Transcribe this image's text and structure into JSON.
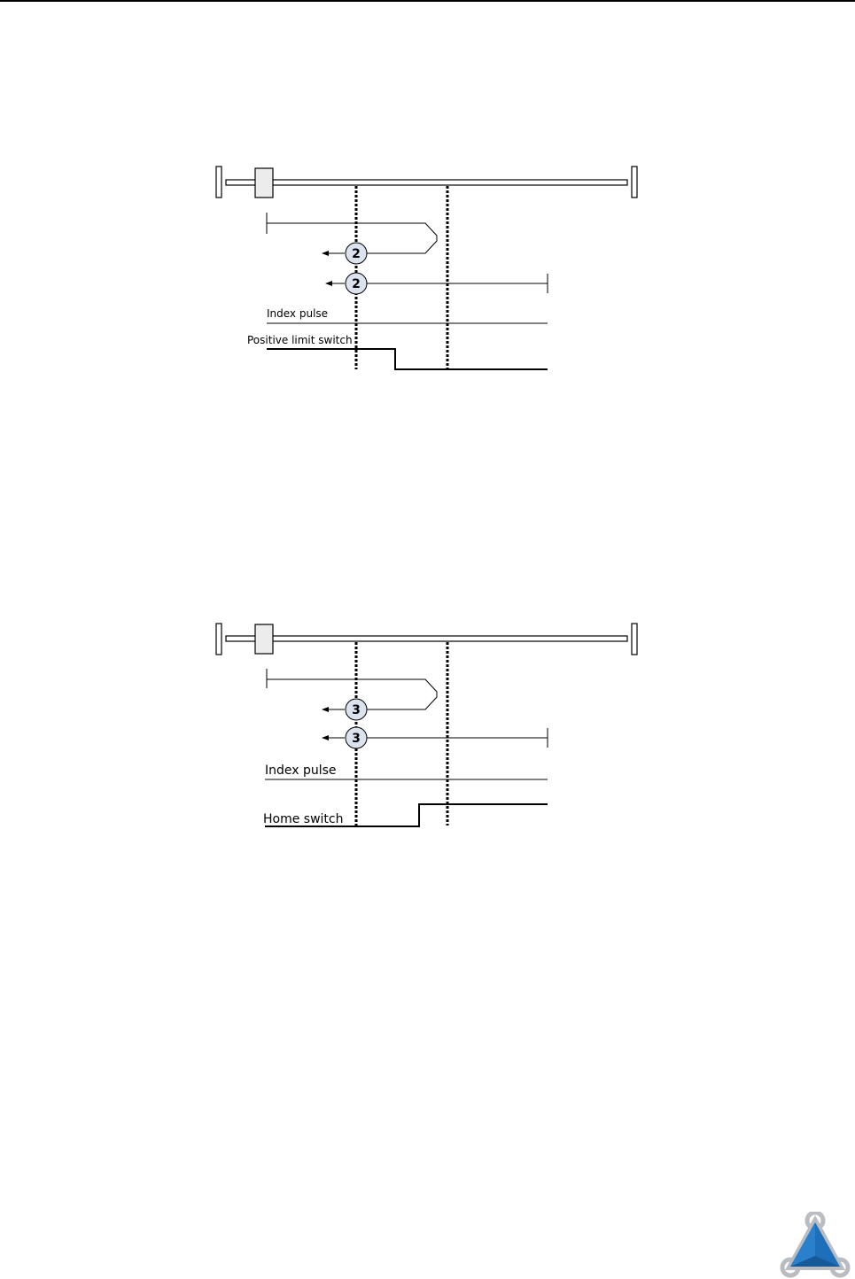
{
  "diagram_1": {
    "step_number": "2",
    "label_index_pulse": "Index pulse",
    "label_limit": "Positive limit switch"
  },
  "diagram_2": {
    "step_number": "3",
    "label_index_pulse": "Index pulse",
    "label_home": "Home switch"
  },
  "colors": {
    "circle_fill": "#dde3ee",
    "logo_blue": "#1e6fba",
    "logo_gray": "#b9bcc0"
  },
  "logo": {
    "icon": "trinamic-triangle-logo"
  }
}
